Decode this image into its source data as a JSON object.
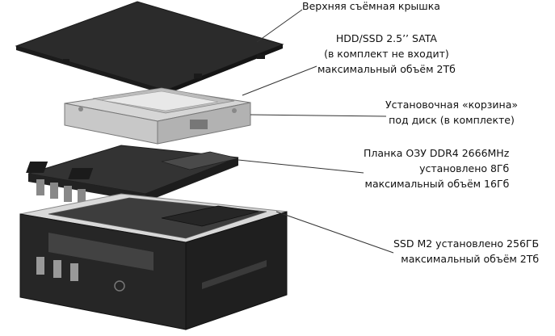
{
  "labels": {
    "top_cover": {
      "lines": [
        "Верхняя съёмная крышка"
      ]
    },
    "hdd": {
      "lines": [
        "HDD/SSD 2.5’’ SATA",
        "(в комплект не входит)",
        "максимальный объём 2Тб"
      ]
    },
    "cage": {
      "lines": [
        "Установочная «корзина»",
        "под диск (в комплекте)"
      ]
    },
    "ram": {
      "lines": [
        "Планка ОЗУ DDR4 2666MHz",
        "установлено 8Гб",
        "максимальный объём 16Гб"
      ]
    },
    "ssd": {
      "lines": [
        "SSD M2 установлено 256ГБ",
        "максимальный объём 2Тб"
      ]
    }
  },
  "colors": {
    "cover": "#2b2b2b",
    "case_dark": "#262626",
    "case_mid": "#3d3d3d",
    "board": "#333333",
    "board_light": "#4a4a4a",
    "cage_metal": "#d6d6d6",
    "leader": "#333333",
    "text": "#111111"
  }
}
